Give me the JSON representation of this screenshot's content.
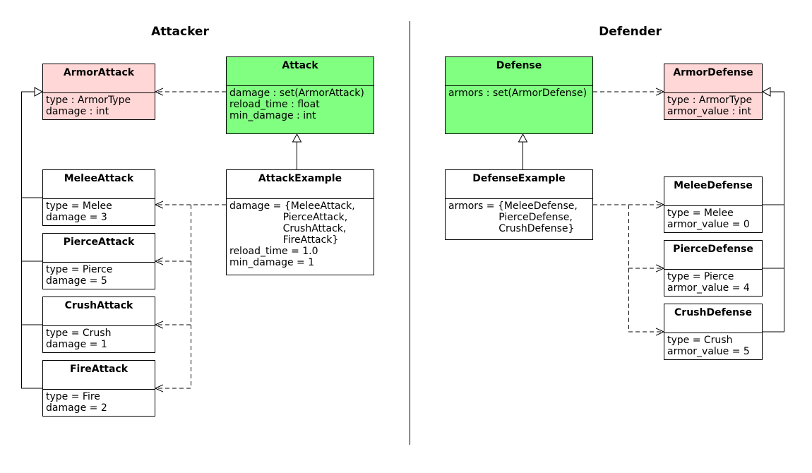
{
  "sections": {
    "attacker": "Attacker",
    "defender": "Defender"
  },
  "colors": {
    "base_class": "#80ff80",
    "armor_class": "#ffd7d7",
    "plain_class": "#ffffff",
    "line": "#000000"
  },
  "classes": {
    "armor_attack": {
      "name": "ArmorAttack",
      "attributes": "type : ArmorType\ndamage : int"
    },
    "attack": {
      "name": "Attack",
      "attributes": "damage : set(ArmorAttack)\nreload_time : float\nmin_damage : int"
    },
    "attack_example": {
      "name": "AttackExample",
      "attributes": "damage = {MeleeAttack,\n                 PierceAttack,\n                 CrushAttack,\n                 FireAttack}\nreload_time = 1.0\nmin_damage = 1"
    },
    "melee_attack": {
      "name": "MeleeAttack",
      "attributes": "type = Melee\ndamage = 3"
    },
    "pierce_attack": {
      "name": "PierceAttack",
      "attributes": "type = Pierce\ndamage = 5"
    },
    "crush_attack": {
      "name": "CrushAttack",
      "attributes": "type = Crush\ndamage = 1"
    },
    "fire_attack": {
      "name": "FireAttack",
      "attributes": "type = Fire\ndamage = 2"
    },
    "defense": {
      "name": "Defense",
      "attributes": "armors : set(ArmorDefense)"
    },
    "armor_defense": {
      "name": "ArmorDefense",
      "attributes": "type : ArmorType\narmor_value : int"
    },
    "defense_example": {
      "name": "DefenseExample",
      "attributes": "armors = {MeleeDefense,\n                PierceDefense,\n                CrushDefense}"
    },
    "melee_defense": {
      "name": "MeleeDefense",
      "attributes": "type = Melee\narmor_value = 0"
    },
    "pierce_defense": {
      "name": "PierceDefense",
      "attributes": "type = Pierce\narmor_value = 4"
    },
    "crush_defense": {
      "name": "CrushDefense",
      "attributes": "type = Crush\narmor_value = 5"
    }
  }
}
